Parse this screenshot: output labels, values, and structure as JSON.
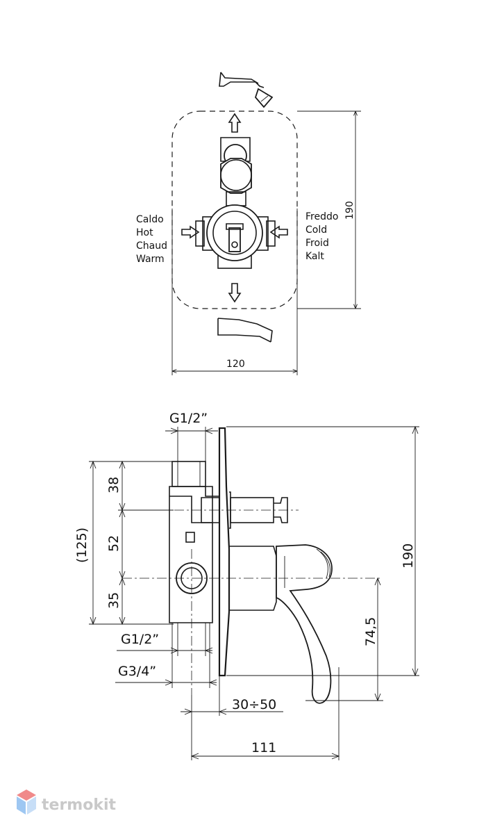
{
  "top_view": {
    "inlet_left": [
      "Caldo",
      "Hot",
      "Chaud",
      "Warm"
    ],
    "inlet_right": [
      "Freddo",
      "Cold",
      "Froid",
      "Kalt"
    ],
    "height_dim": "190",
    "width_dim": "120"
  },
  "side_view": {
    "thread_top": "G1/2”",
    "dim_38": "38",
    "dim_52": "52",
    "dim_35": "35",
    "dim_125": "(125)",
    "dim_190": "190",
    "dim_74_5": "74,5",
    "thread_mid": "G1/2”",
    "thread_bottom": "G3/4”",
    "wall_range": "30÷50",
    "depth_dim": "111"
  },
  "logo": {
    "brand": "termokit",
    "colors": {
      "top": "#f08a8a",
      "side": "#9ec7f2",
      "text": "#c9c9c9"
    }
  }
}
